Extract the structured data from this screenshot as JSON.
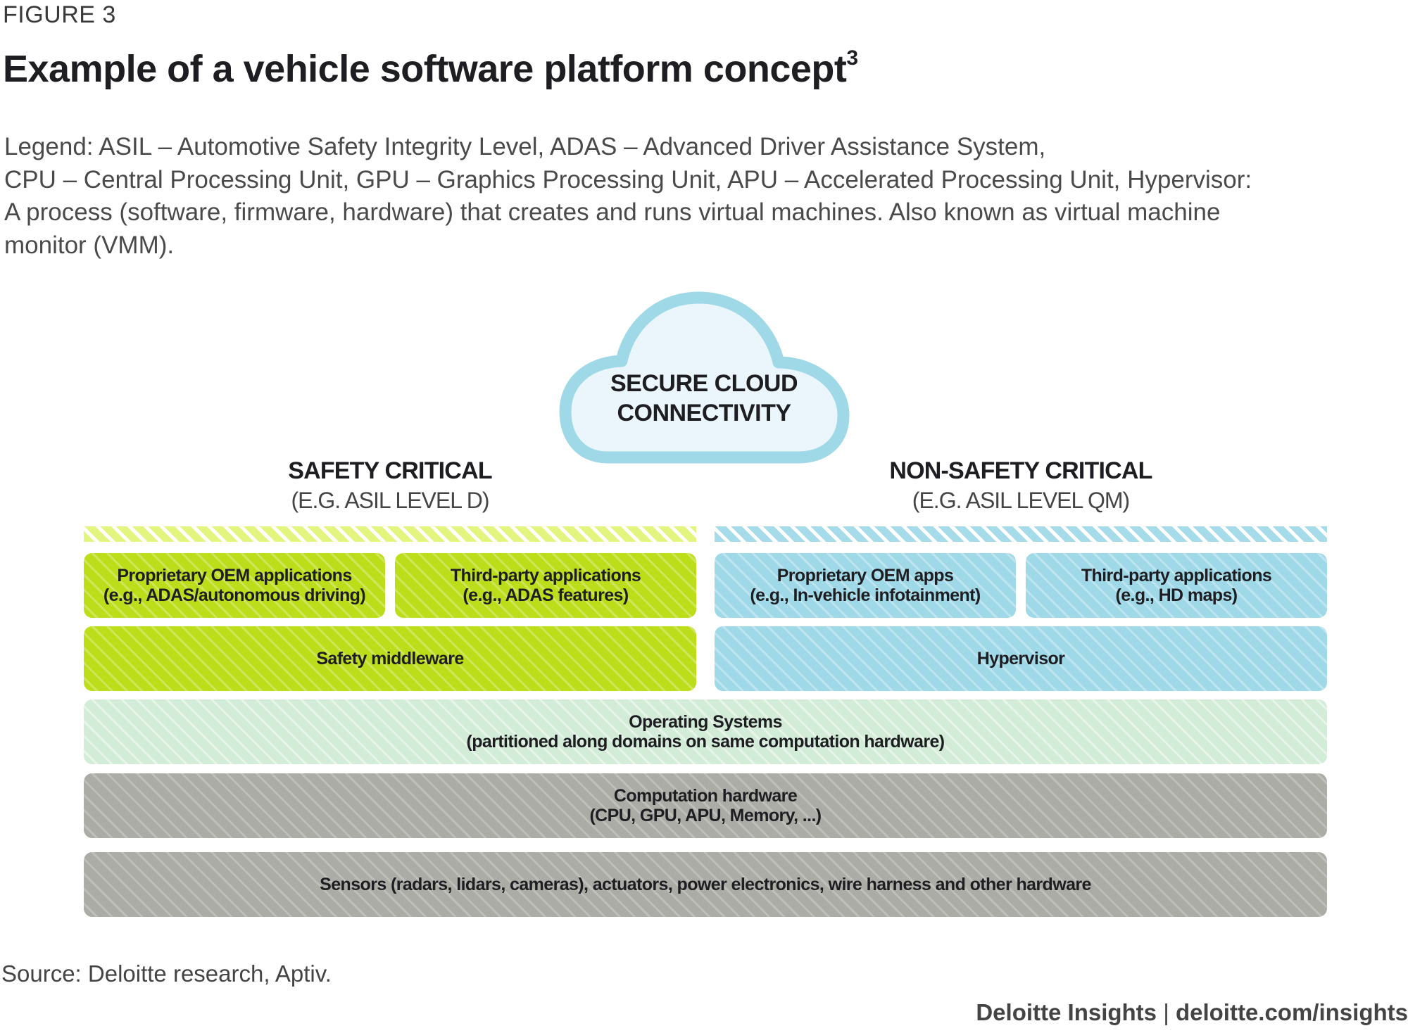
{
  "figure_label": "FIGURE 3",
  "title": "Example of a vehicle software platform concept",
  "title_superscript": "3",
  "legend_lines": [
    "Legend: ASIL – Automotive Safety Integrity Level, ADAS – Advanced Driver Assistance System,",
    "CPU – Central Processing Unit,  GPU – Graphics Processing Unit, APU – Accelerated Processing Unit, Hypervisor:",
    "A process (software, firmware, hardware) that creates and runs virtual machines. Also known as virtual machine",
    "monitor (VMM)."
  ],
  "cloud": {
    "icon": "cloud-icon",
    "line1": "SECURE CLOUD",
    "line2": "CONNECTIVITY",
    "fill": "#eaf6fb",
    "stroke": "#9fd9e8"
  },
  "columns": {
    "safety": {
      "title": "SAFETY CRITICAL",
      "subtitle": "(E.G. ASIL LEVEL D)",
      "color": "#bcdd1a",
      "apps": [
        {
          "line1": "Proprietary OEM applications",
          "line2": "(e.g., ADAS/autonomous driving)"
        },
        {
          "line1": "Third-party applications",
          "line2": "(e.g., ADAS features)"
        }
      ],
      "middleware": "Safety middleware"
    },
    "non_safety": {
      "title": "NON-SAFETY CRITICAL",
      "subtitle": "(E.G. ASIL LEVEL QM)",
      "color": "#9fd9e8",
      "apps": [
        {
          "line1": "Proprietary OEM apps",
          "line2": "(e.g., In-vehicle infotainment)"
        },
        {
          "line1": "Third-party applications",
          "line2": "(e.g., HD maps)"
        }
      ],
      "middleware": "Hypervisor"
    }
  },
  "layers": {
    "os": {
      "line1": "Operating Systems",
      "line2": "(partitioned along domains on same computation hardware)",
      "color": "#d3ecd8"
    },
    "compute": {
      "line1": "Computation hardware",
      "line2": "(CPU, GPU, APU, Memory, ...)",
      "color": "#acaca6"
    },
    "sensors": {
      "line1": "Sensors (radars, lidars, cameras), actuators, power electronics, wire harness and other hardware",
      "color": "#acaca6"
    }
  },
  "source": "Source: Deloitte research, Aptiv.",
  "footer": {
    "brand": "Deloitte Insights",
    "separator": " | ",
    "url": "deloitte.com/insights"
  }
}
